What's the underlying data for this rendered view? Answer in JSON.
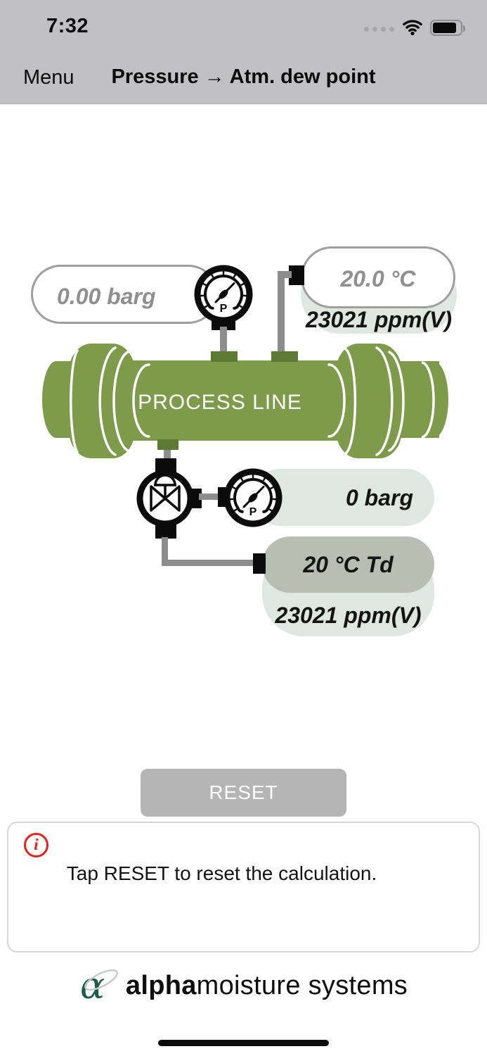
{
  "status_bar": {
    "time": "7:32"
  },
  "nav_bar": {
    "menu_label": "Menu",
    "title": "Pressure → Atm. dew point"
  },
  "diagram": {
    "line_pressure_field": "0.00 barg",
    "line_temperature_field": "20.0 °C",
    "line_moisture": "23021 ppm(V)",
    "process_line_label": "PROCESS LINE",
    "gauge_label": "P",
    "outlet_pressure": "0 barg",
    "atm_dew_point": "20 °C Td",
    "outlet_moisture": "23021 ppm(V)"
  },
  "actions": {
    "reset_label": "RESET"
  },
  "info_panel": {
    "icon_glyph": "i",
    "message": "Tap RESET to reset the calculation."
  },
  "branding": {
    "alpha_glyph": "α",
    "name_bold": "alpha",
    "name_regular": "moisture systems"
  },
  "colors": {
    "pipe_green": "#7d9b4a",
    "stub_green": "#5c7a33",
    "pill_light": "#dfe7e1",
    "pill_dark": "#b8beb1",
    "pipe_gray": "#8d8d8d",
    "top_bar_gray": "#c1c0c2",
    "reset_gray": "#b5b5b5",
    "alert_red": "#e8201d",
    "logo_green": "#1e5a4b"
  }
}
